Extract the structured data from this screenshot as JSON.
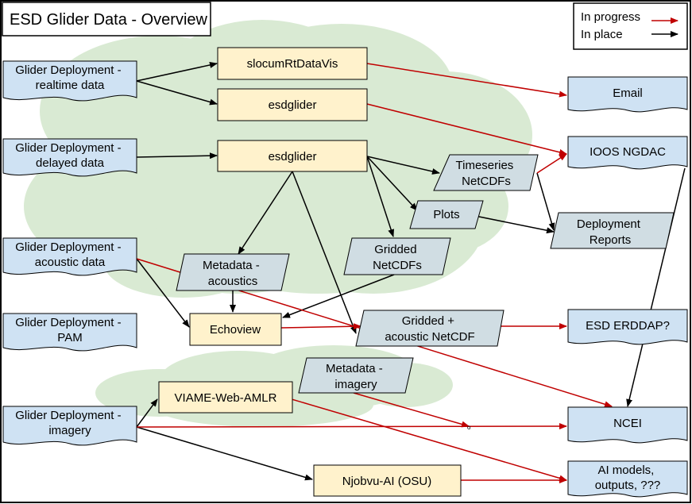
{
  "title": "ESD Glider Data - Overview",
  "legend": {
    "in_progress": "In progress",
    "in_place": "In place"
  },
  "colors": {
    "in_progress": "#c00000",
    "in_place": "#000000",
    "source_fill": "#cfe2f3",
    "process_fill": "#fff2cc",
    "product_fill": "#d0dde3",
    "cloud_fill": "#d9ead3"
  },
  "sources": {
    "realtime": [
      "Glider Deployment -",
      "realtime data"
    ],
    "delayed": [
      "Glider Deployment -",
      "delayed data"
    ],
    "acoustic": [
      "Glider Deployment -",
      "acoustic data"
    ],
    "pam": [
      "Glider Deployment -",
      "PAM"
    ],
    "imagery": [
      "Glider Deployment -",
      "imagery"
    ]
  },
  "processes": {
    "slocum": "slocumRtDataVis",
    "esdglider_rt": "esdglider",
    "esdglider_delayed": "esdglider",
    "echoview": "Echoview",
    "viame": "VIAME-Web-AMLR",
    "njobvu": "Njobvu-AI (OSU)"
  },
  "products": {
    "timeseries": [
      "Timeseries",
      "NetCDFs"
    ],
    "plots": [
      "Plots"
    ],
    "gridded": [
      "Gridded",
      "NetCDFs"
    ],
    "meta_acoustics": [
      "Metadata -",
      "acoustics"
    ],
    "gridded_acoustic": [
      "Gridded +",
      "acoustic NetCDF"
    ],
    "meta_imagery": [
      "Metadata -",
      "imagery"
    ],
    "deployment_reports": [
      "Deployment",
      "Reports"
    ]
  },
  "destinations": {
    "email": [
      "Email"
    ],
    "ioos": [
      "IOOS NGDAC"
    ],
    "erddap": [
      "ESD ERDDAP?"
    ],
    "ncei": [
      "NCEI"
    ],
    "ai": [
      "AI models,",
      "outputs, ???"
    ]
  },
  "stray_mark": "o"
}
